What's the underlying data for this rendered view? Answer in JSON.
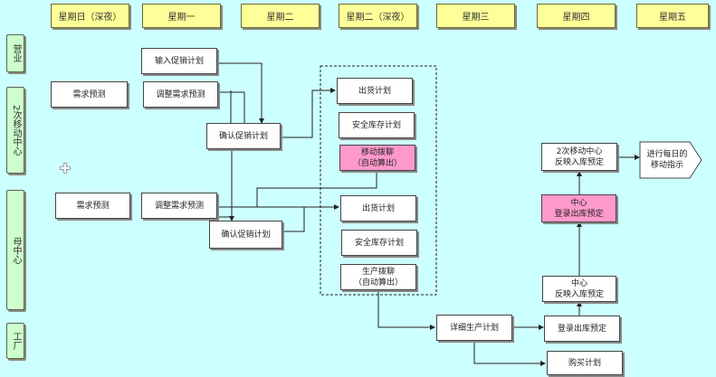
{
  "headers": [
    "星期日（深夜）",
    "星期一",
    "星期二",
    "星期二（深夜）",
    "星期三",
    "星期四",
    "星期五"
  ],
  "lanes": {
    "sales": "营业",
    "secondary_center": "2次移动中心",
    "mother_center": "母中心",
    "factory": "工厂"
  },
  "boxes": {
    "input_promo_plan": "输入促销计划",
    "demand_forecast_a": "需求预测",
    "adjust_forecast_a": "调整需求预测",
    "confirm_promo_plan_a": "确认促销计划",
    "shipping_plan_a": "出货计划",
    "safety_stock_a": "安全库存计划",
    "move_alloc_1": "移动拨聊",
    "move_alloc_2": "（自动算出）",
    "demand_forecast_b": "需求预测",
    "adjust_forecast_b": "调整需求预测",
    "confirm_promo_plan_b": "确认促销计划",
    "shipping_plan_b": "出货计划",
    "safety_stock_b": "安全库存计划",
    "prod_alloc_1": "生产拨聊",
    "prod_alloc_2": "（自动算出）",
    "detail_prod_plan": "详细生产计划",
    "register_out_1": "登录出库预定",
    "purchase_plan": "购买计划",
    "center_reflect_1": "中心",
    "center_reflect_2": "反映入库预定",
    "center_register_1": "中心",
    "center_register_2": "登录出库预定",
    "sec_reflect_1": "2次移动中心",
    "sec_reflect_2": "反映入库预定",
    "daily_move_1": "进行每日的",
    "daily_move_2": "移动指示"
  },
  "colors": {
    "background": "#ccffff",
    "header": "#ffff99",
    "lane": "#ccffcc",
    "highlight": "#ff99cc"
  }
}
